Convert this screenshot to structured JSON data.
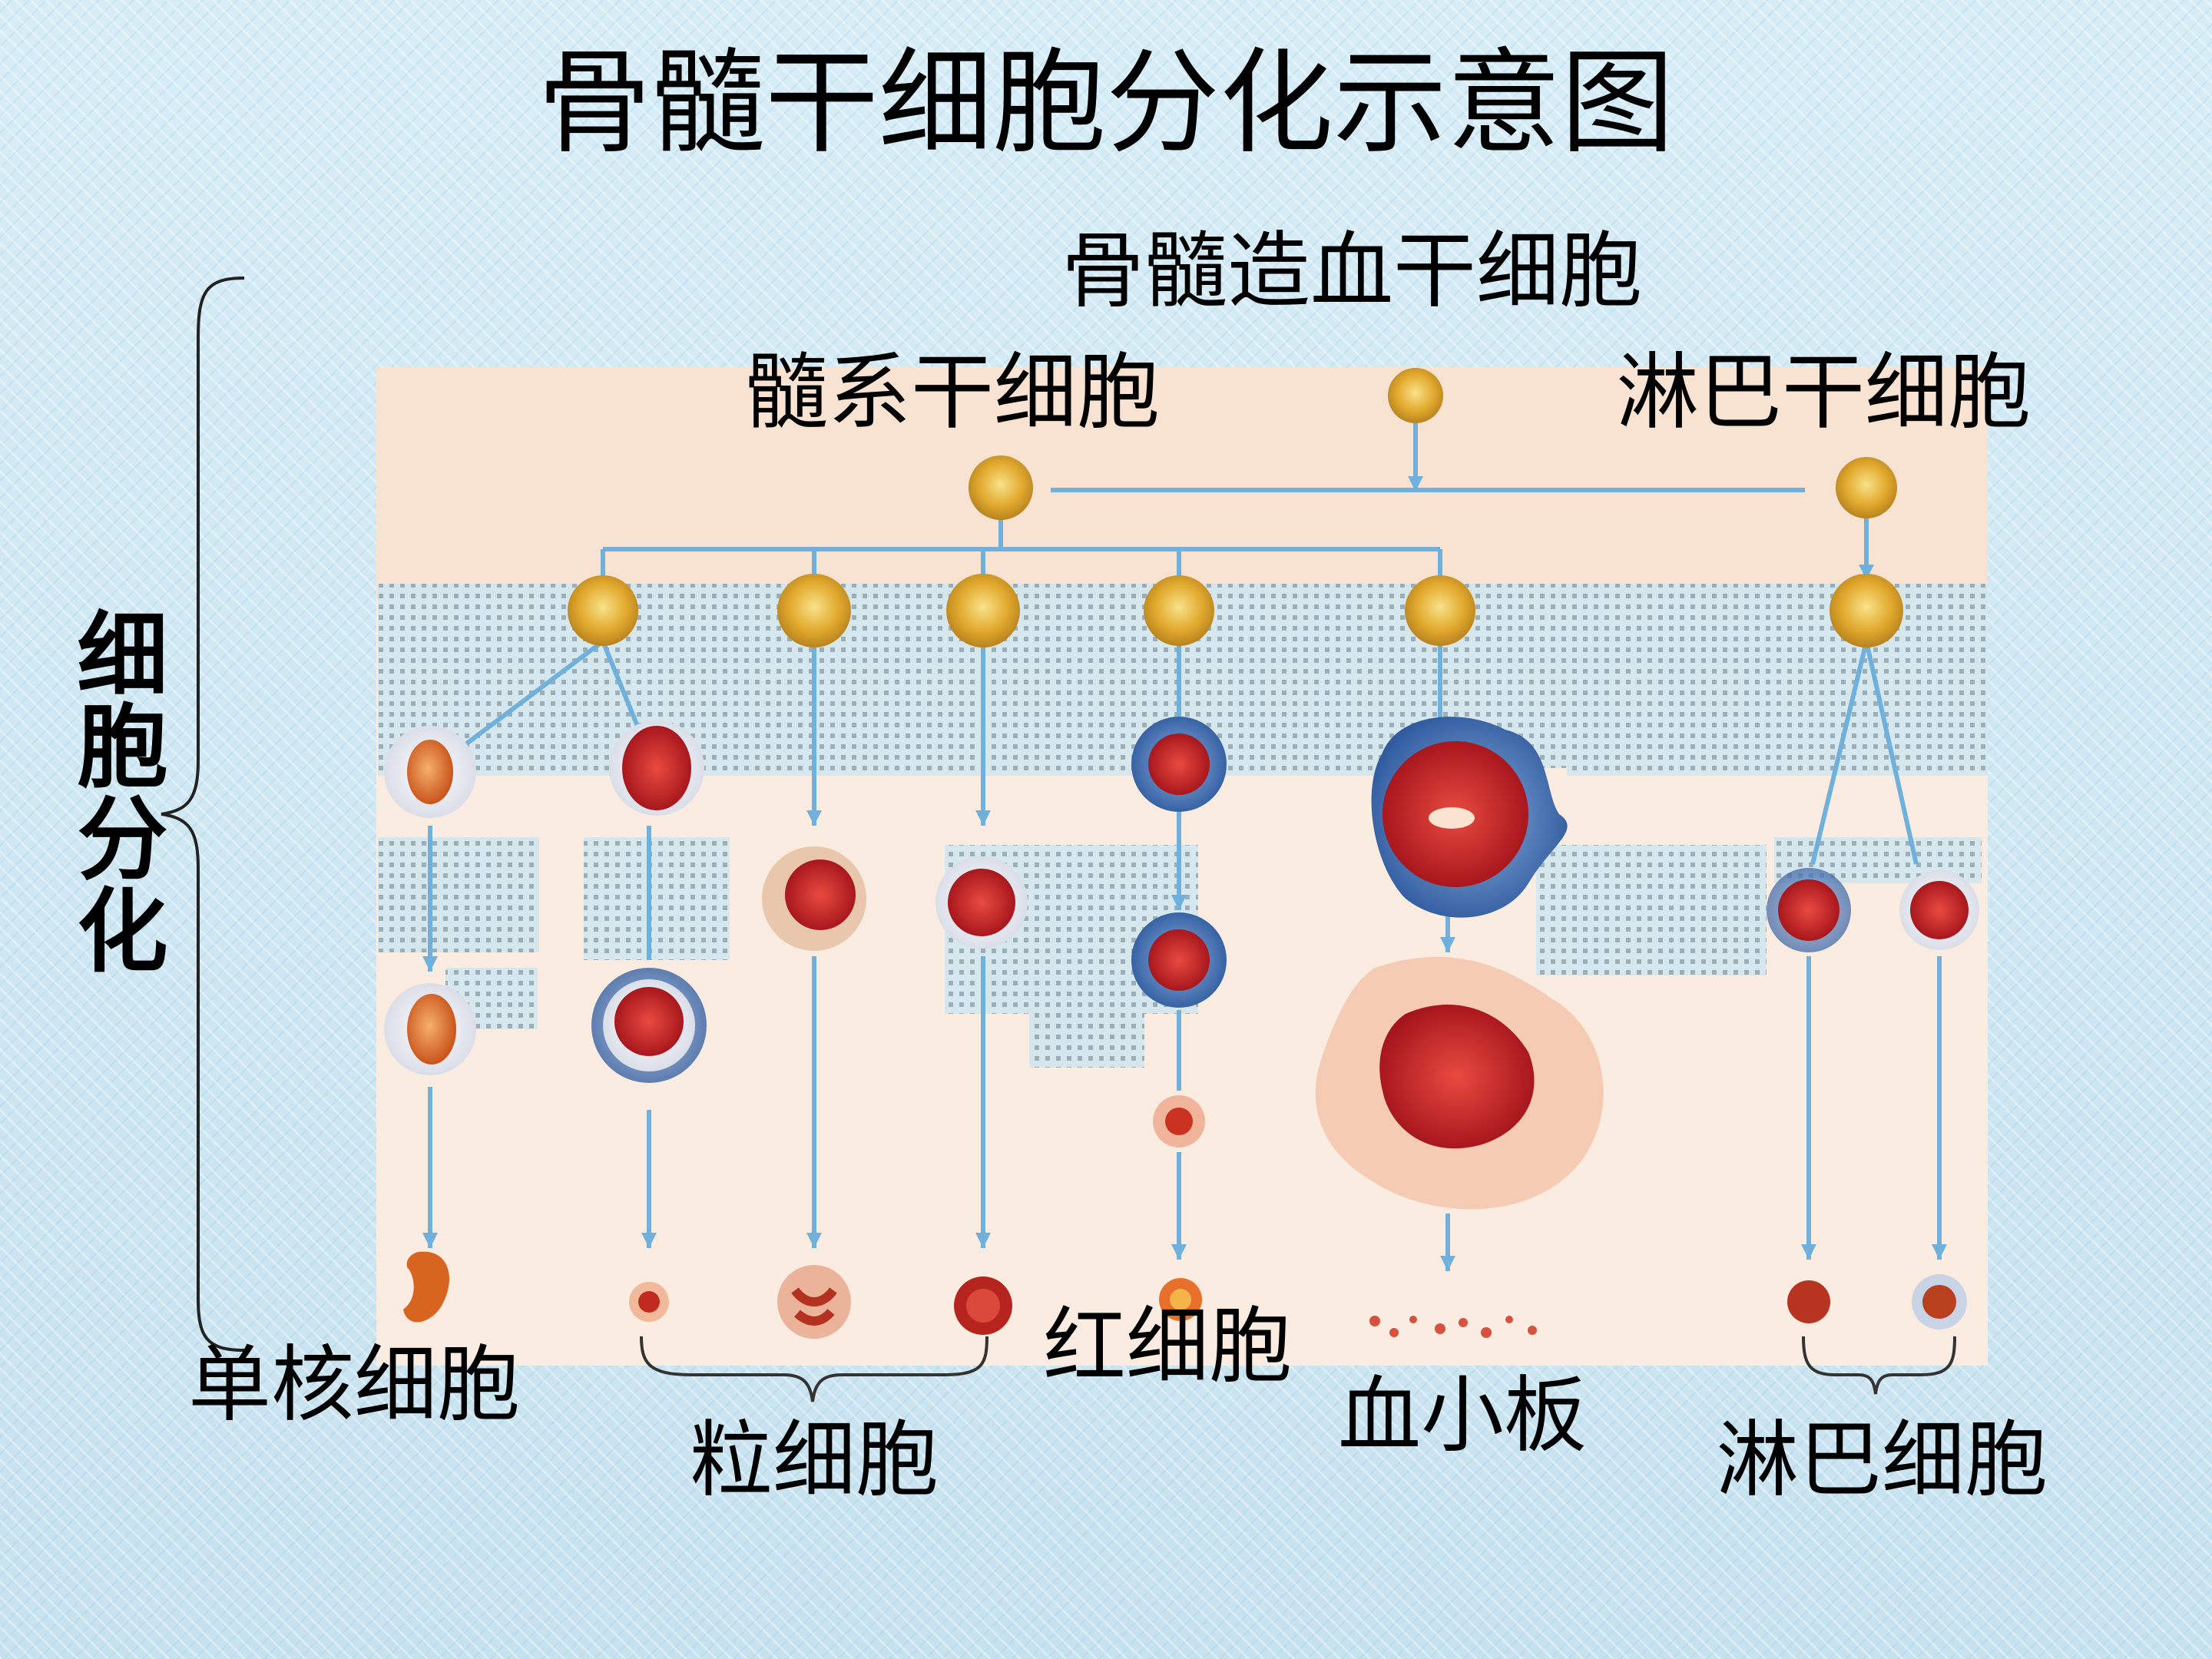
{
  "title": "骨髓干细胞分化示意图",
  "vertical_label": "细胞分化",
  "labels": {
    "hsc": "骨髓造血干细胞",
    "myeloid_stem": "髓系干细胞",
    "lymphoid_stem": "淋巴干细胞",
    "monocyte": "单核细胞",
    "granulocyte": "粒细胞",
    "red_blood_cell": "红细胞",
    "platelet": "血小板",
    "lymphocyte": "淋巴细胞"
  },
  "colors": {
    "arrow": "#6fb1dc",
    "stem_cell": "#e8b53a",
    "red_cell": "#c8202a",
    "blue_cell": "#3f74b5",
    "panel": "#fbece1"
  }
}
